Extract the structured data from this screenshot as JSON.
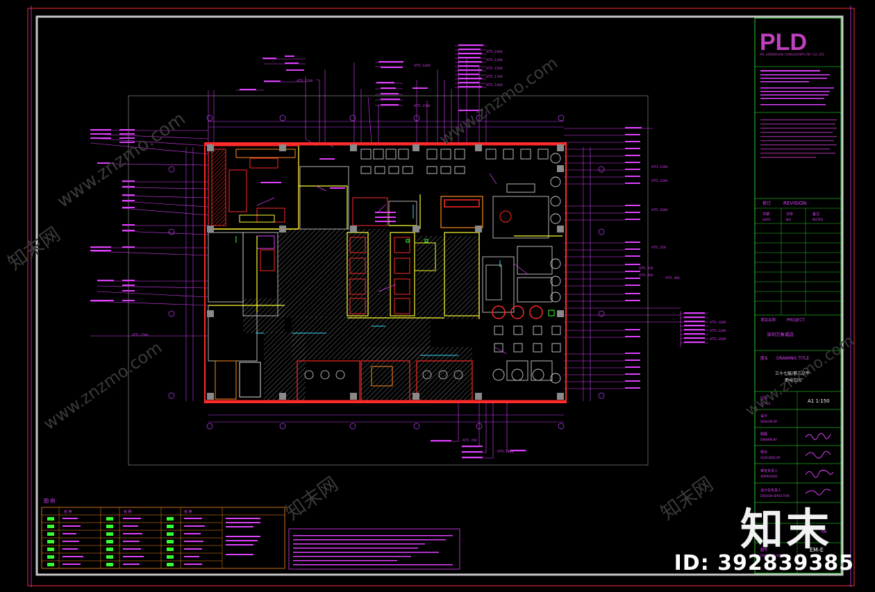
{
  "title_block": {
    "logo": "PLD",
    "logo_sub": "PAL LINEDESIGN CONSULTANTS INT. CO. LTD",
    "revision_heading": "REVISION",
    "revision_cols": [
      "日期",
      "次序",
      "备注"
    ],
    "revision_cols_en": [
      "DATE",
      "NO",
      "NOTES"
    ],
    "project_label": "项目名称",
    "project_label_en": "PROJECT",
    "project_name": "深圳万象城店",
    "drawing_title_label": "图名",
    "drawing_title_label_en": "DRAWING TITLE",
    "drawing_title_1": "三十七层/首三层平",
    "drawing_title_2": "面电位图",
    "scale_label": "比例",
    "scale_label_en": "SCALE",
    "scale_value": "A1 1:150",
    "design_label": "设计",
    "design_label_en": "DESIGN BY",
    "drawn_label": "制图",
    "drawn_label_en": "DRAWN BY",
    "check_label": "校对",
    "check_label_en": "CHECKED BY",
    "approve_label": "审定负责人",
    "approve_label_en": "APPROVED",
    "director_label": "设计总负责人",
    "director_label_en": "DESIGN DIRECTOR",
    "drawing_no_label": "图号",
    "drawing_no_label_en": "DRAWING NO.",
    "drawing_no": "EM-E",
    "sheet_no": "06"
  },
  "plan": {
    "atl_labels": [
      "ATTL 1000",
      "ATTL 1500",
      "ATTL 2000",
      "ATTL 250",
      "ATTL 1200",
      "ATTL 350",
      "ATTL 400",
      "ATTL 700",
      "ATTL 1700",
      "ATTL 1400",
      "ATTL 300"
    ]
  },
  "legend": {
    "title": "图 例",
    "header_name": "名 称"
  },
  "watermark": {
    "site": "www.znzmo.com",
    "brand": "知末网",
    "big": "知末",
    "id": "ID: 392839385"
  },
  "colors": {
    "background": "#000000",
    "frame": "#c8c8c8",
    "wall": "#ff2a2a",
    "annotation": "#e040ff",
    "dimension": "#c040ff",
    "furniture": "#e0e0e0",
    "yellow": "#ffff33",
    "green": "#33ff33",
    "cyan": "#33ddff",
    "orange": "#ff8c1a",
    "grey_column": "#8a8a8a",
    "logo": "#c040c0"
  }
}
